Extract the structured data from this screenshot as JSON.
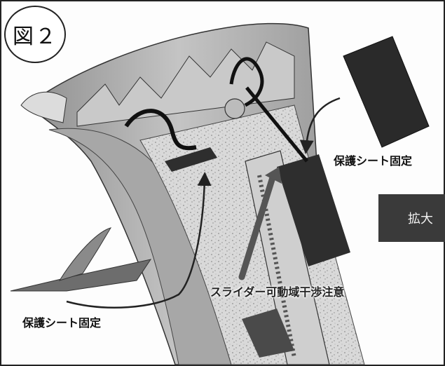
{
  "figure": {
    "number_label": "図２"
  },
  "labels": {
    "sheet_fixed_right": "保護シート固定",
    "sheet_fixed_left": "保護シート固定",
    "slider_warning": "スライダー可動域干渉注意"
  },
  "zoom": {
    "label": "拡大"
  },
  "colors": {
    "line": "#222222",
    "panel": "#3a3a3a",
    "shell": "#bdbdbd"
  }
}
